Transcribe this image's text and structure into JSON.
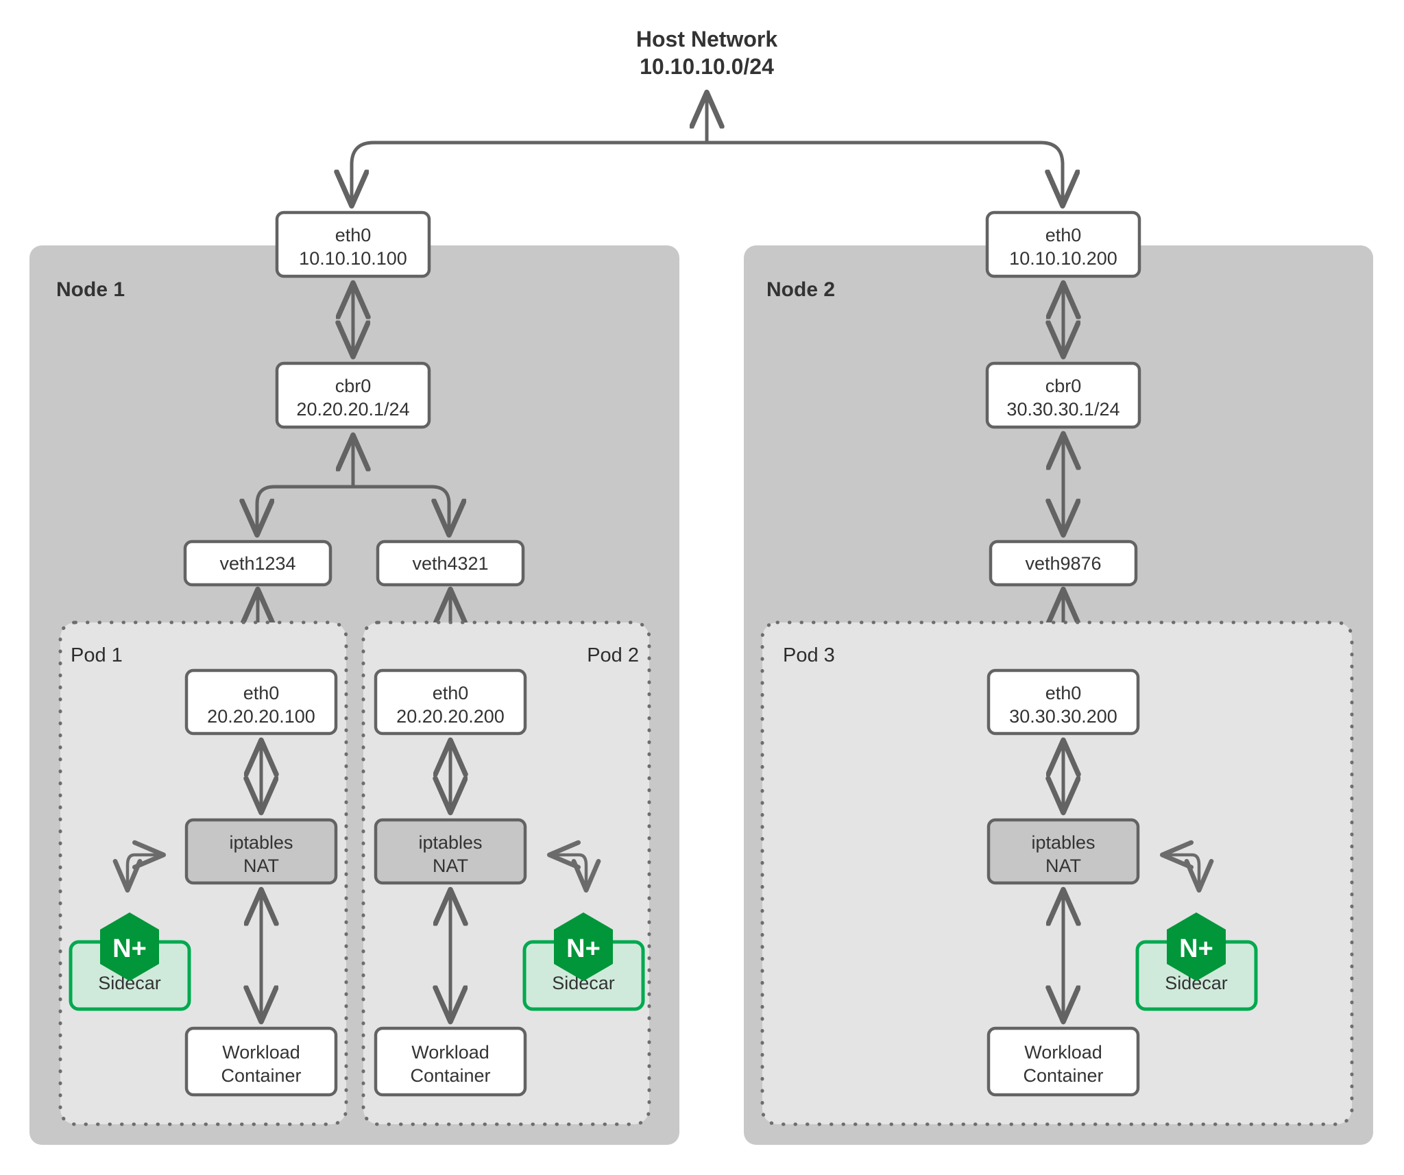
{
  "diagram": {
    "title_line1": "Host Network",
    "title_line2": "10.10.10.0/24",
    "colors": {
      "node_panel": "#c8c8c8",
      "pod_panel": "#e4e4e4",
      "box_border": "#636363",
      "sidecar_fill": "#cfeadb",
      "sidecar_border": "#00a94f",
      "logo_green": "#009639",
      "text": "#333333"
    }
  },
  "nodes": [
    {
      "label": "Node 1",
      "host_nic": {
        "line1": "eth0",
        "line2": "10.10.10.100"
      },
      "bridge": {
        "line1": "cbr0",
        "line2": "20.20.20.1/24"
      },
      "veths": [
        "veth1234",
        "veth4321"
      ],
      "pods": [
        {
          "label": "Pod 1",
          "eth": {
            "line1": "eth0",
            "line2": "20.20.20.100"
          },
          "nat": {
            "line1": "iptables",
            "line2": "NAT"
          },
          "sidecar": {
            "label": "Sidecar",
            "logo": "N+"
          },
          "workload": {
            "line1": "Workload",
            "line2": "Container"
          }
        },
        {
          "label": "Pod 2",
          "eth": {
            "line1": "eth0",
            "line2": "20.20.20.200"
          },
          "nat": {
            "line1": "iptables",
            "line2": "NAT"
          },
          "sidecar": {
            "label": "Sidecar",
            "logo": "N+"
          },
          "workload": {
            "line1": "Workload",
            "line2": "Container"
          }
        }
      ]
    },
    {
      "label": "Node 2",
      "host_nic": {
        "line1": "eth0",
        "line2": "10.10.10.200"
      },
      "bridge": {
        "line1": "cbr0",
        "line2": "30.30.30.1/24"
      },
      "veths": [
        "veth9876"
      ],
      "pods": [
        {
          "label": "Pod 3",
          "eth": {
            "line1": "eth0",
            "line2": "30.30.30.200"
          },
          "nat": {
            "line1": "iptables",
            "line2": "NAT"
          },
          "sidecar": {
            "label": "Sidecar",
            "logo": "N+"
          },
          "workload": {
            "line1": "Workload",
            "line2": "Container"
          }
        }
      ]
    }
  ]
}
